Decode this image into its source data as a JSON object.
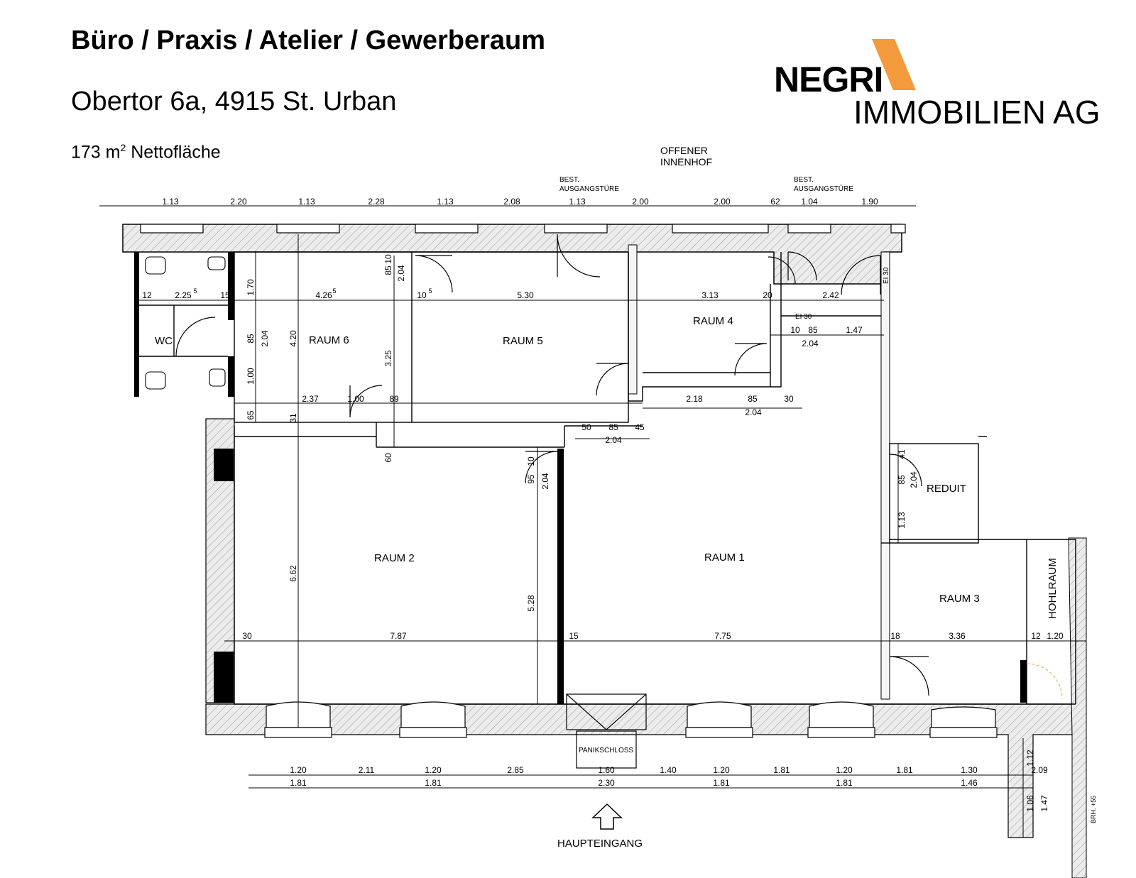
{
  "header": {
    "title": "Büro / Praxis / Atelier / Gewerberaum",
    "address": "Obertor 6a, 4915 St. Urban",
    "area_value": "173 m",
    "area_sup": "2",
    "area_label": "Nettofläche"
  },
  "logo": {
    "name": "NEGRI",
    "subtitle": "IMMOBILIEN AG",
    "accent_color": "#F39A3C"
  },
  "plan": {
    "labels": {
      "courtyard_1": "OFFENER",
      "courtyard_2": "INNENHOF",
      "exit_door_a_1": "BEST.",
      "exit_door_a_2": "AUSGANGSTÜRE",
      "exit_door_b_1": "BEST.",
      "exit_door_b_2": "AUSGANGSTÜRE",
      "ei30_a": "EI 30",
      "ei30_b": "EI 30",
      "panic": "PANIKSCHLOSS",
      "entrance": "HAUPTEINGANG",
      "brh": "BRH. +55"
    },
    "rooms": {
      "wc": "WC",
      "raum1": "RAUM 1",
      "raum2": "RAUM 2",
      "raum3": "RAUM 3",
      "raum4": "RAUM 4",
      "raum5": "RAUM 5",
      "raum6": "RAUM 6",
      "reduit": "REDUIT",
      "hohlraum": "HOHLRAUM"
    },
    "dims_top": [
      "1.13",
      "2.20",
      "1.13",
      "2.28",
      "1.13",
      "2.08",
      "1.13",
      "2.00",
      "2.00",
      "62",
      "1.04",
      "1.90"
    ],
    "dims_row2": [
      "12",
      "2.25",
      "15",
      "4.26",
      "10",
      "5.30",
      "3.13",
      "20",
      "2.42"
    ],
    "dims_row2_sups": [
      "5",
      "5",
      "5"
    ],
    "dims_bottom_1": [
      "1.20",
      "2.11",
      "1.20",
      "2.85",
      "1.60",
      "1.40",
      "1.20",
      "1.81",
      "1.20",
      "1.81",
      "1.30",
      "2.09"
    ],
    "dims_bottom_2": [
      "1.81",
      "1.81",
      "2.30",
      "1.81",
      "1.81",
      "1.46"
    ],
    "dims_mid": [
      "30",
      "7.87",
      "15",
      "7.75",
      "18",
      "3.36",
      "12",
      "1.20"
    ],
    "dims_misc": [
      "2.37",
      "1.00",
      "89",
      "2.18",
      "85",
      "30",
      "2.04",
      "50",
      "85",
      "45",
      "2.04",
      "10",
      "85",
      "1.47",
      "2.04"
    ],
    "dims_vertical": [
      "1.70",
      "85",
      "1.00",
      "2.04",
      "4.20",
      "65",
      "31",
      "6.62",
      "85",
      "10",
      "2.04",
      "3.25",
      "60",
      "95",
      "10",
      "2.04",
      "5.28",
      "41",
      "85",
      "2.04",
      "1.13",
      "1.12",
      "1.06",
      "1.47"
    ]
  }
}
